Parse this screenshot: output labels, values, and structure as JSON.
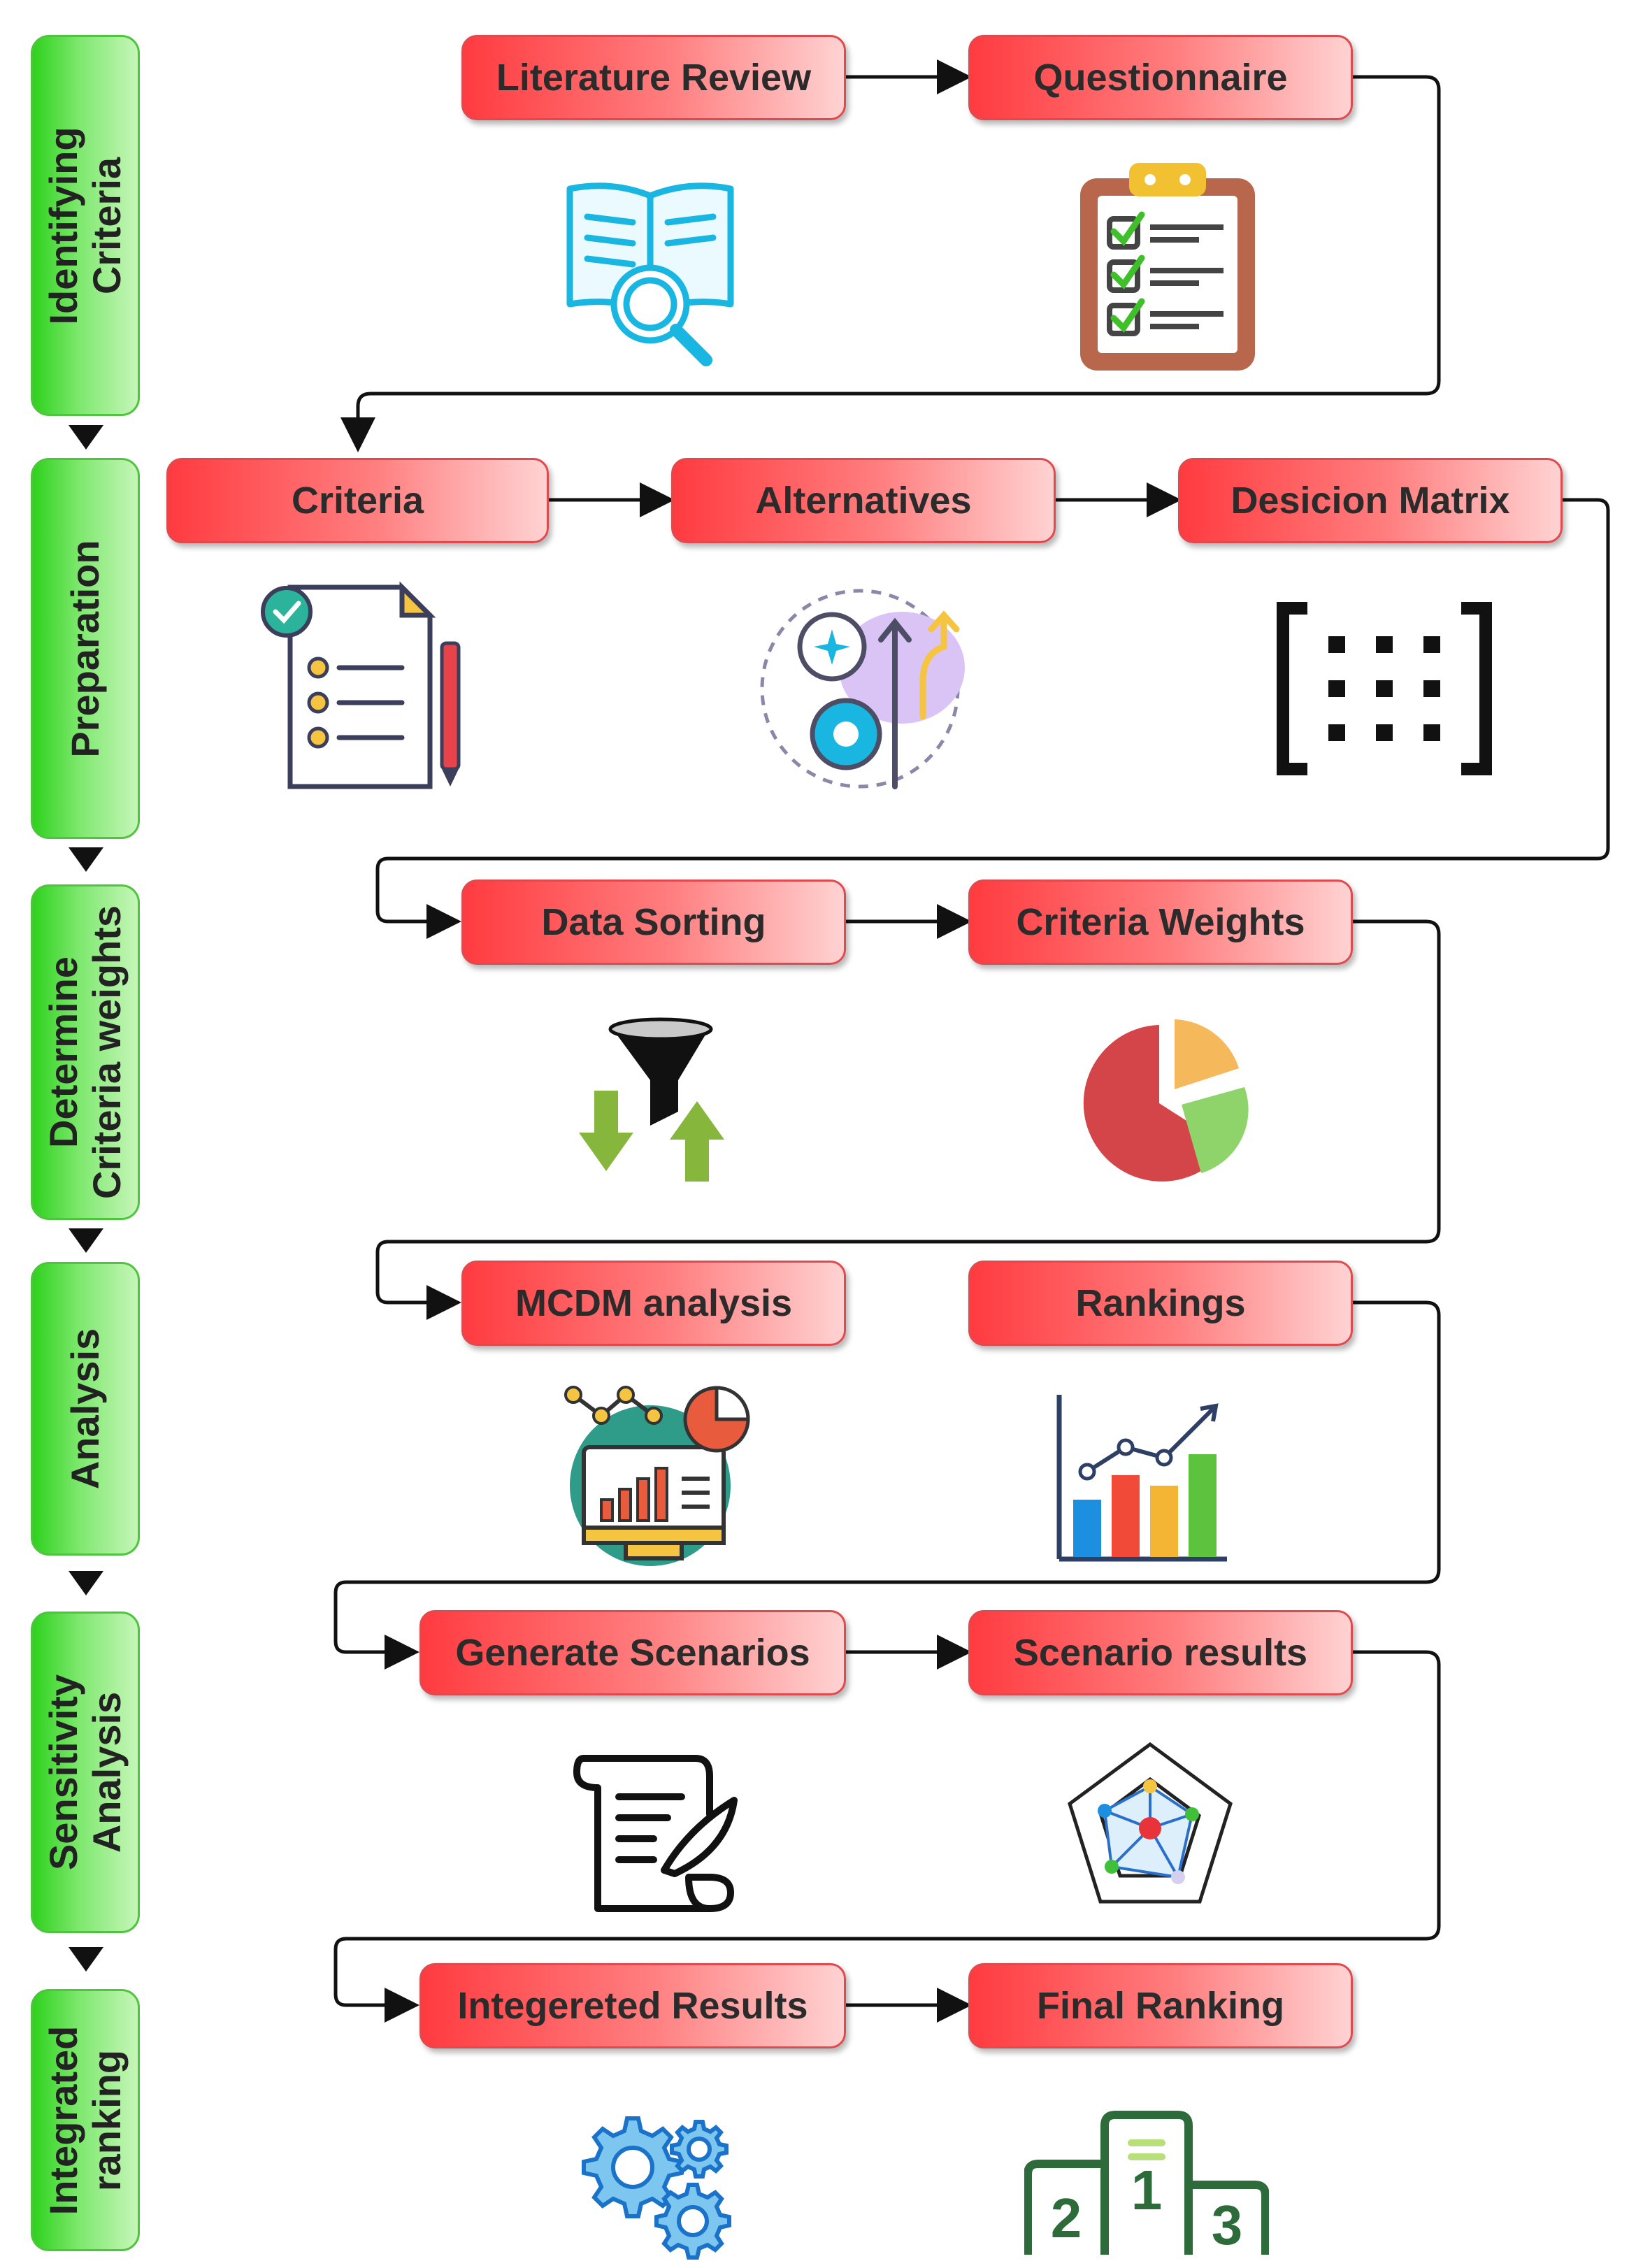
{
  "phases": [
    {
      "label": "Identifying\nCriteria"
    },
    {
      "label": "Preparation"
    },
    {
      "label": "Determine\nCriteria weights"
    },
    {
      "label": "Analysis"
    },
    {
      "label": "Sensitivity\nAnalysis"
    },
    {
      "label": "Integrated\nranking"
    }
  ],
  "steps": {
    "literature_review": "Literature Review",
    "questionnaire": "Questionnaire",
    "criteria": "Criteria",
    "alternatives": "Alternatives",
    "decision_matrix": "Desicion Matrix",
    "data_sorting": "Data Sorting",
    "criteria_weights": "Criteria Weights",
    "mcdm_analysis": "MCDM analysis",
    "rankings": "Rankings",
    "generate_scenarios": "Generate Scenarios",
    "scenario_results": "Scenario results",
    "integrated_results": "Integereted Results",
    "final_ranking": "Final Ranking"
  },
  "podium": {
    "first": "1",
    "second": "2",
    "third": "3"
  },
  "colors": {
    "phase_green": "#3ed12e",
    "step_red": "#ff4247",
    "connector": "#111111"
  }
}
